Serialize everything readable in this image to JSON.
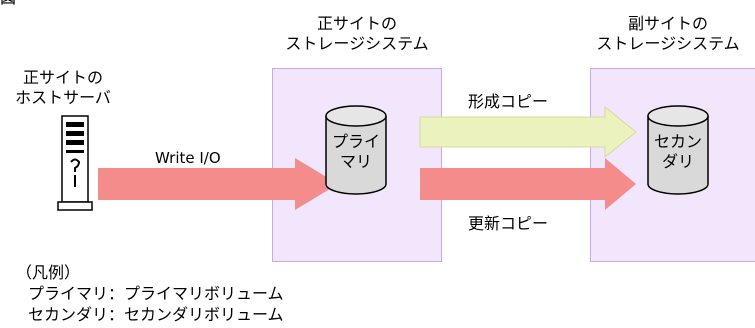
{
  "title_fragment": "図",
  "host": {
    "label_line1": "正サイトの",
    "label_line2": "ホストサーバ"
  },
  "primary_site": {
    "label_line1": "正サイトの",
    "label_line2": "ストレージシステム",
    "volume_line1": "プライ",
    "volume_line2": "マリ"
  },
  "secondary_site": {
    "label_line1": "副サイトの",
    "label_line2": "ストレージシステム",
    "volume_line1": "セカン",
    "volume_line2": "ダリ"
  },
  "arrows": {
    "write_io": "Write I/O",
    "initial_copy": "形成コピー",
    "update_copy": "更新コピー"
  },
  "legend": {
    "heading": "（凡例）",
    "line1": "プライマリ：プライマリボリューム",
    "line2": "セカンダリ：セカンダリボリューム"
  },
  "colors": {
    "site_box_fill": "#f1e6fb",
    "site_box_border": "#c9a8ec",
    "red_arrow": "#f48c8c",
    "yellow_arrow": "#ecf2bd",
    "volume_fill": "#d9d9d9"
  }
}
